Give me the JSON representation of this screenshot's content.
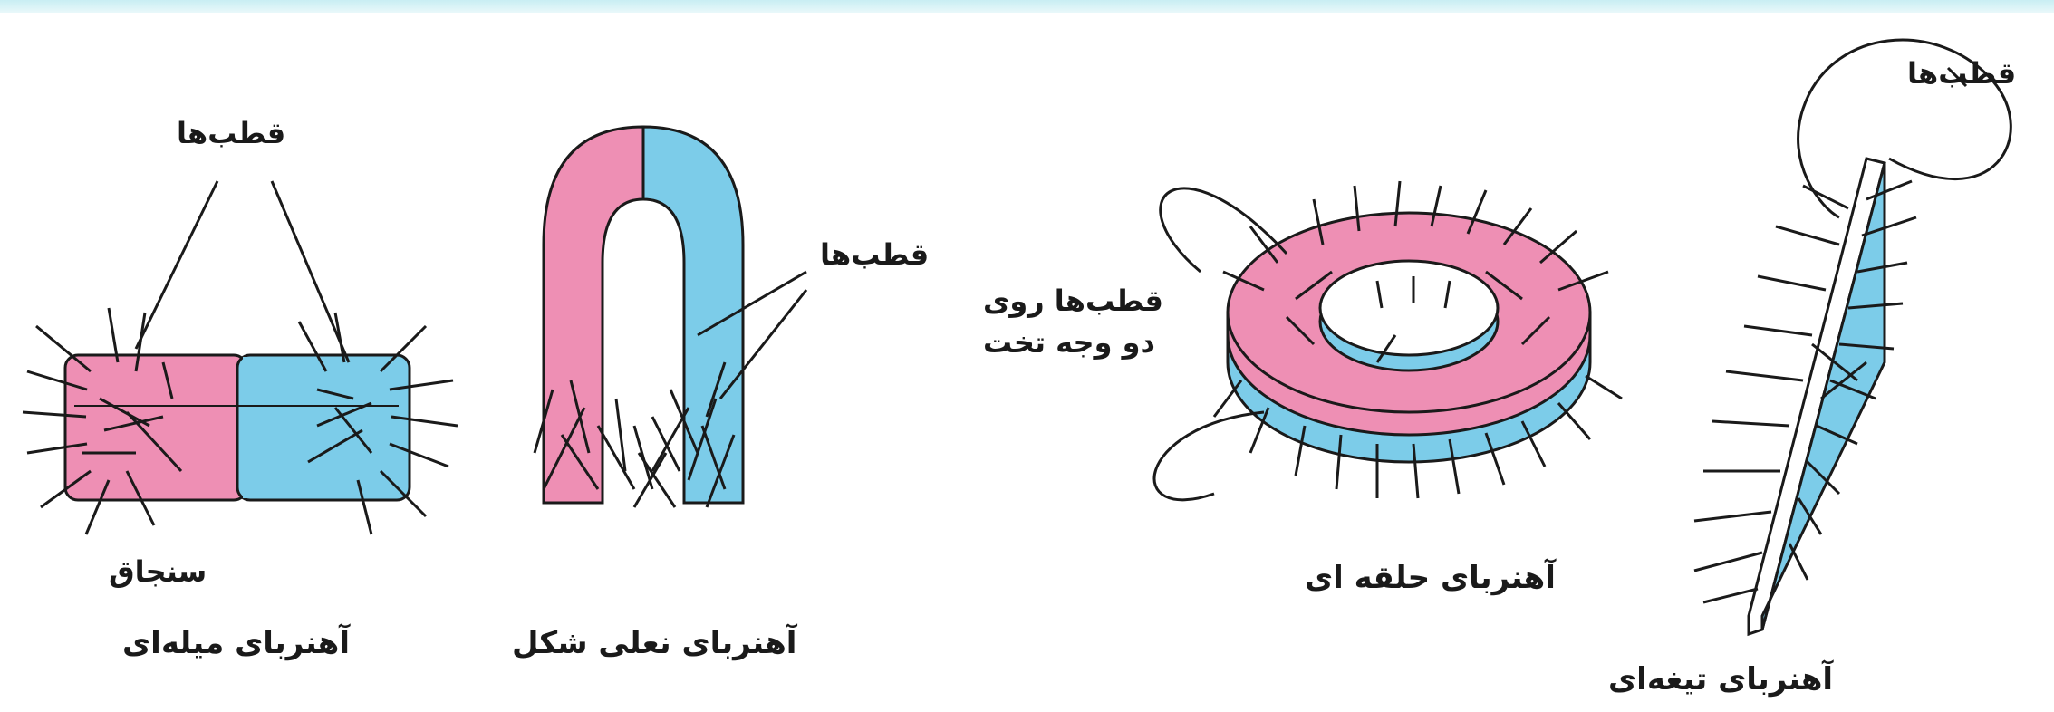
{
  "colors": {
    "pink": "#ee8fb4",
    "blue": "#7ccce9",
    "ink": "#1a1a1a",
    "banner": "#c9eef3"
  },
  "bar_magnet": {
    "poles_label": "قطب‌ها",
    "pin_label": "سنجاق",
    "caption": "آهنربای میله‌ای"
  },
  "horseshoe_magnet": {
    "poles_label": "قطب‌ها",
    "caption": "آهنربای نعلی شکل"
  },
  "ring_magnet": {
    "poles_label_line1": "قطب‌ها روی",
    "poles_label_line2": "دو وجه تخت",
    "caption": "آهنربای حلقه ای"
  },
  "blade_magnet": {
    "poles_label": "قطب‌ها",
    "caption": "آهنربای تیغه‌ای"
  }
}
